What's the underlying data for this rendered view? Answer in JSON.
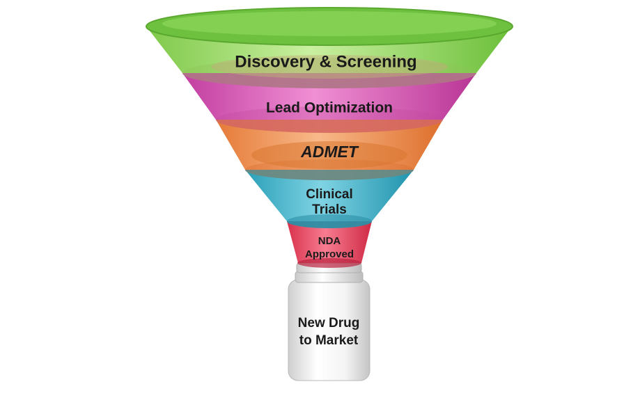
{
  "funnel": {
    "stages": [
      {
        "label_lines": [
          "Discovery & Screening"
        ],
        "color": "#9ad86a"
      },
      {
        "label_lines": [
          "Lead Optimization"
        ],
        "color": "#d95fb6"
      },
      {
        "label_lines": [
          "ADMET"
        ],
        "color": "#f0955a"
      },
      {
        "label_lines": [
          "Clinical",
          "Trials"
        ],
        "color": "#3fb3c9"
      },
      {
        "label_lines": [
          "NDA",
          "Approved"
        ],
        "color": "#e8455e"
      }
    ]
  },
  "bottle": {
    "label_lines": [
      "New Drug",
      "to Market"
    ],
    "color": "#f2f2f2"
  }
}
